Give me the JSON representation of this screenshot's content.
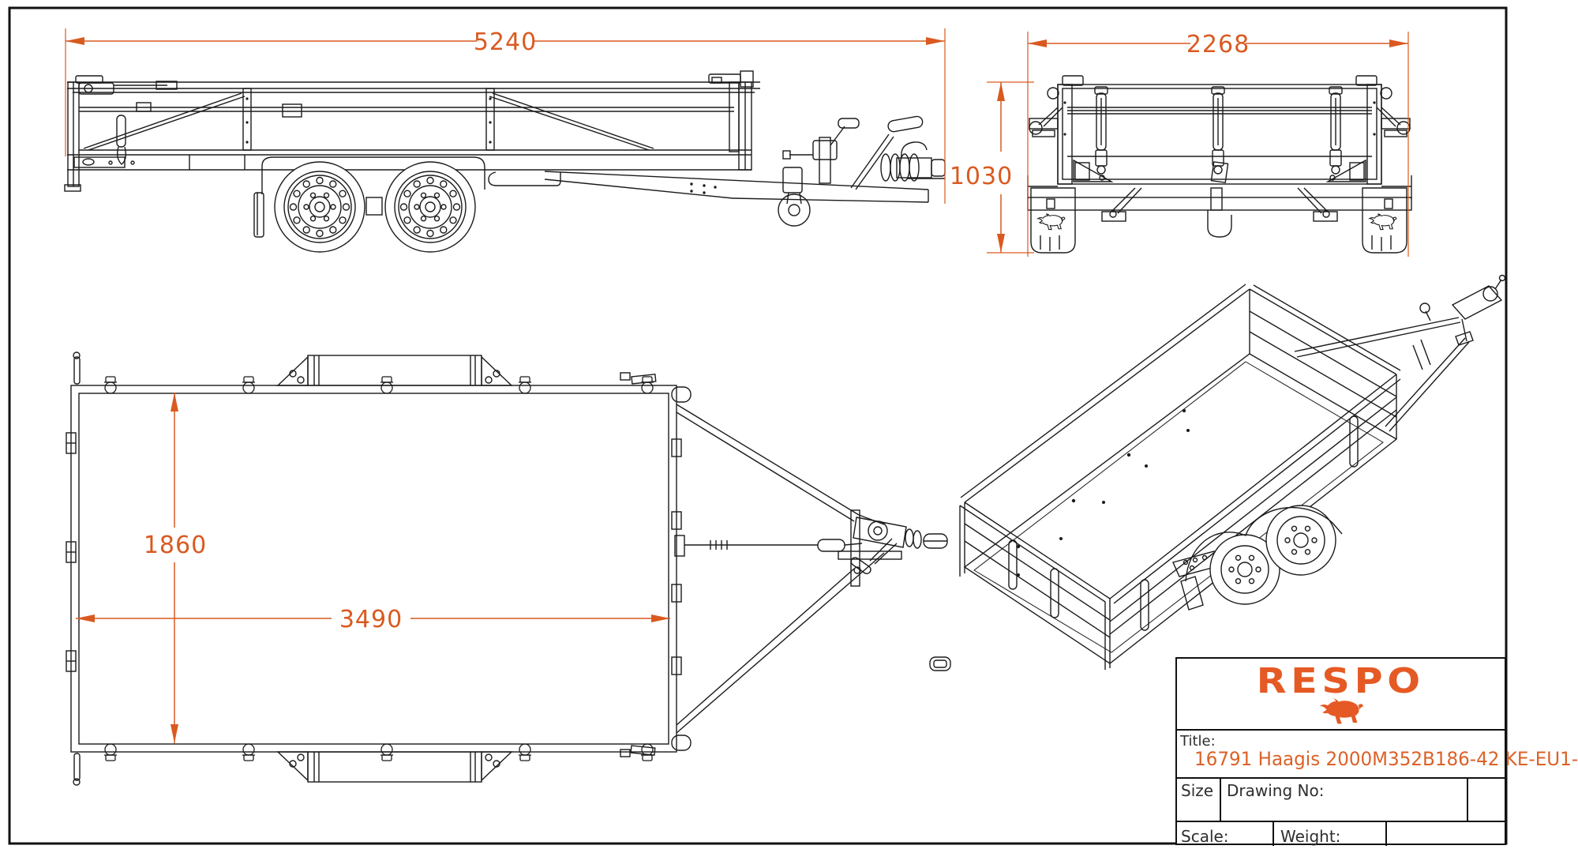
{
  "sheet": {
    "background": "#ffffff",
    "frame_color": "#111111",
    "line_color": "#1b1b1b",
    "accent_color": "#D95A20"
  },
  "dimensions": {
    "overall_length": "5240",
    "overall_width": "2268",
    "body_height": "1030",
    "bed_inner_width": "1860",
    "bed_inner_length": "3490"
  },
  "title_block": {
    "brand": "RESPO",
    "title_label": "Title:",
    "title": "16791 Haagis 2000M352B186-42 KE-EU1-",
    "size_label": "Size",
    "drawing_no_label": "Drawing No:",
    "scale_label": "Scale:",
    "weight_label": "Weight:"
  }
}
